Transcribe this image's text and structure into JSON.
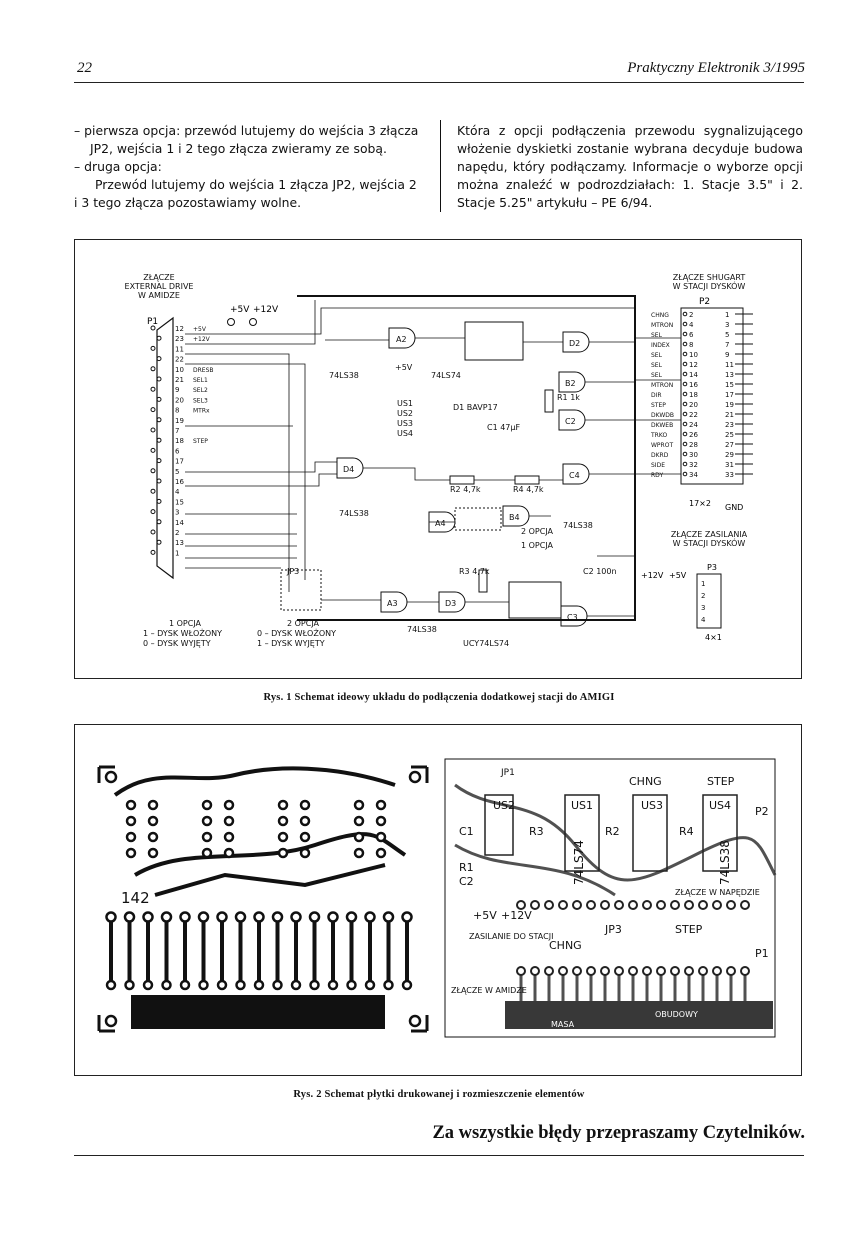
{
  "header": {
    "page_number": "22",
    "journal": "Praktyczny Elektronik 3/1995"
  },
  "text": {
    "left": [
      "– pierwsza opcja: przewód lutujemy do wejścia 3 złącza JP2, wejścia 1 i 2 tego złącza zwieramy ze sobą.",
      "– druga opcja:",
      "Przewód lutujemy do wejścia 1 złącza JP2, wejścia 2 i 3 tego złącza pozostawiamy wolne."
    ],
    "right": "Która z opcji podłączenia przewodu sygnalizującego włożenie dyskietki zostanie wybrana decyduje budowa napędu, który podłączamy. Informacje o wyborze opcji można znaleźć w podrozdziałach: 1. Stacje 3.5\" i 2. Stacje 5.25\" artykułu – PE 6/94."
  },
  "figure1": {
    "caption": "Rys. 1 Schemat ideowy układu do podłączenia dodatkowej stacji do AMIGI",
    "labels": {
      "ext_title": [
        "ZŁĄCZE",
        "EXTERNAL DRIVE",
        "W AMIDZE"
      ],
      "shugart_title": [
        "ZŁĄCZE SHUGART",
        "W STACJI DYSKÓW"
      ],
      "zasilania_title": [
        "ZŁĄCZE ZASILANIA",
        "W STACJI DYSKÓW"
      ],
      "p1": "P1",
      "p2": "P2",
      "p3": "P3",
      "plus5v": "+5V",
      "plus12v": "+12V",
      "gnd": "GND",
      "p2_size": "17×2",
      "p3_size": "4×1",
      "r2": "R2 4,7k",
      "r4": "R4 4,7k",
      "r1": "R1 1k",
      "r3": "R3 4,7k",
      "c1": "C1 47µF",
      "c2": "C2 100n",
      "d1": "D1 BAVP17",
      "ls38_a": "74LS38",
      "ls38_b": "74LS38",
      "ls38_c": "74LS38",
      "ls38_d": "74LS38",
      "ls74_a": "74LS74",
      "ls74_b": "UCY74LS74",
      "us_stack": [
        "US1",
        "US2",
        "US3",
        "US4"
      ],
      "opt1": "1 OPCJA",
      "opt2": "2 OPCJA",
      "opt1_a": "1 – DYSK WŁOŻONY",
      "opt1_b": "0 – DYSK WYJĘTY",
      "opt2_a": "0 – DYSK WŁOŻONY",
      "opt2_b": "1 – DYSK WYJĘTY",
      "jp2_opt2": "2 OPCJA",
      "jp2_opt1": "1 OPCJA"
    },
    "p1_pins": [
      "12",
      "23",
      "11",
      "22",
      "10",
      "21",
      "9",
      "20",
      "8",
      "19",
      "7",
      "18",
      "6",
      "17",
      "5",
      "16",
      "4",
      "15",
      "3",
      "14",
      "2",
      "13",
      "1"
    ],
    "p1_signals": [
      "+5V",
      "+12V",
      "",
      "",
      "DRESB",
      "SEL1",
      "SEL2",
      "SEL3",
      "MTRx",
      "",
      "",
      "STEP",
      "",
      "",
      "",
      "",
      "",
      "",
      "",
      "",
      "",
      "",
      ""
    ],
    "p2_signals": [
      "CHNG",
      "MTRON",
      "SEL",
      "INDEX",
      "SEL",
      "SEL",
      "SEL",
      "MTRON",
      "DIR",
      "STEP",
      "DKWDB",
      "DKWEB",
      "TRKO",
      "WPROT",
      "DKRD",
      "SIDE",
      "RDY"
    ],
    "p2_even": [
      "2",
      "4",
      "6",
      "8",
      "10",
      "12",
      "14",
      "16",
      "18",
      "20",
      "22",
      "24",
      "26",
      "28",
      "30",
      "32",
      "34"
    ],
    "p2_odd": [
      "1",
      "3",
      "5",
      "7",
      "9",
      "11",
      "13",
      "15",
      "17",
      "19",
      "21",
      "23",
      "25",
      "27",
      "29",
      "31",
      "33"
    ]
  },
  "figure2": {
    "caption": "Rys. 2 Schemat płytki drukowanej i rozmieszczenie elementów",
    "labels": {
      "board_no": "142",
      "chng": "CHNG",
      "step": "STEP",
      "zlacze_nap": "ZŁĄCZE W NAPĘDZIE",
      "zlacze_ami": "ZŁĄCZE W AMIDZE",
      "zasilanie": "ZASILANIE DO STACJI",
      "masa": "MASA",
      "obudowy": "OBUDOWY",
      "jp3": "JP3",
      "jp1": "JP1",
      "p1": "P1",
      "p2": "P2",
      "r3": "R3",
      "r1": "R1",
      "r2": "R2",
      "r4": "R4",
      "c1": "C1",
      "c2": "C2",
      "us2": "US2",
      "us1": "US1",
      "us3": "US3",
      "us4": "US4",
      "ls74": "74LS74",
      "ls38": "74LS38",
      "v5": "+5V",
      "v12": "+12V"
    }
  },
  "closing": "Za wszystkie błędy przepraszamy Czytelników."
}
